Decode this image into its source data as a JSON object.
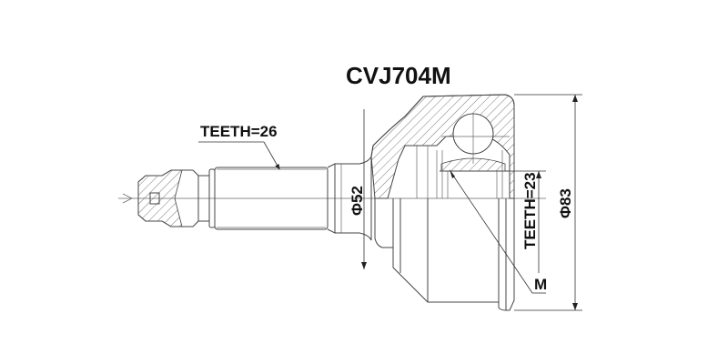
{
  "drawing": {
    "part_number": "CVJ704M",
    "labels": {
      "spline_outer": "TEETH=26",
      "spline_inner": "TEETH=23",
      "seal_diameter": "Φ52",
      "housing_diameter": "Φ83",
      "marker_m": "M"
    },
    "colors": {
      "line": "#444444",
      "text": "#111111",
      "background": "#ffffff"
    }
  }
}
